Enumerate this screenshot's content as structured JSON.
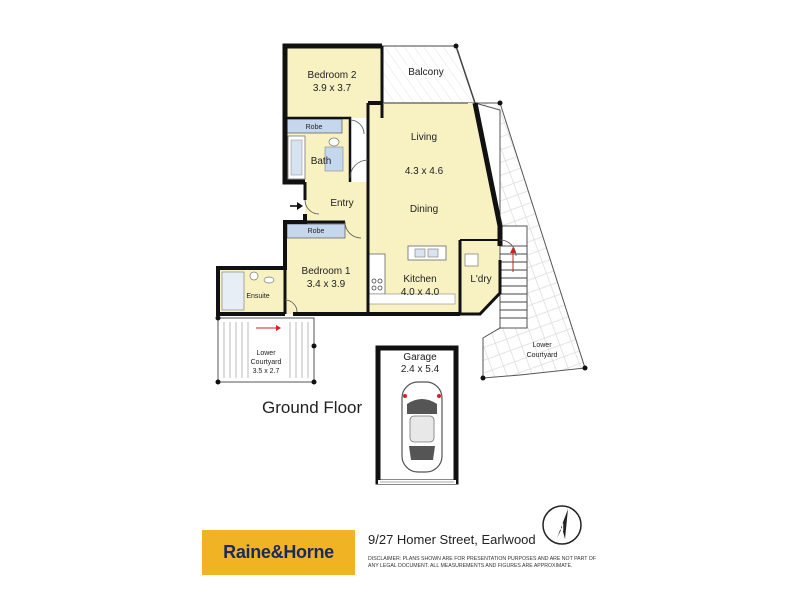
{
  "plan": {
    "floor_title": "Ground Floor",
    "rooms": {
      "bedroom2_name": "Bedroom 2",
      "bedroom2_size": "3.9 x 3.7",
      "balcony": "Balcony",
      "robe_upper": "Robe",
      "bath": "Bath",
      "living_name": "Living",
      "living_size": "4.3 x 4.6",
      "entry": "Entry",
      "dining": "Dining",
      "robe_lower": "Robe",
      "bedroom1_name": "Bedroom 1",
      "bedroom1_size": "3.4 x 3.9",
      "ensuite": "Ensuite",
      "kitchen_name": "Kitchen",
      "kitchen_size": "4.0 x 4.0",
      "laundry": "L'dry",
      "lower_courtyard_left_1": "Lower",
      "lower_courtyard_left_2": "Courtyard",
      "lower_courtyard_left_size": "3.5 x 2.7",
      "lower_courtyard_right_1": "Lower",
      "lower_courtyard_right_2": "Courtyard",
      "garage_name": "Garage",
      "garage_size": "2.4 x 5.4"
    }
  },
  "footer": {
    "logo_text": "Raine&Horne",
    "address": "9/27 Homer Street, Earlwood",
    "disclaimer": "Disclaimer: Plans shown are for presentation purposes and are not part of any legal document. All measurements and figures are approximate."
  },
  "colors": {
    "room_fill": "#f8f2c2",
    "robe_fill": "#c5d7ec",
    "wall": "#111111",
    "logo_bg": "#f0b323",
    "logo_text": "#1a2a5a"
  },
  "icons": [
    "compass-north-icon",
    "car-icon",
    "entry-arrow-icon",
    "stair-arrow-icon"
  ]
}
